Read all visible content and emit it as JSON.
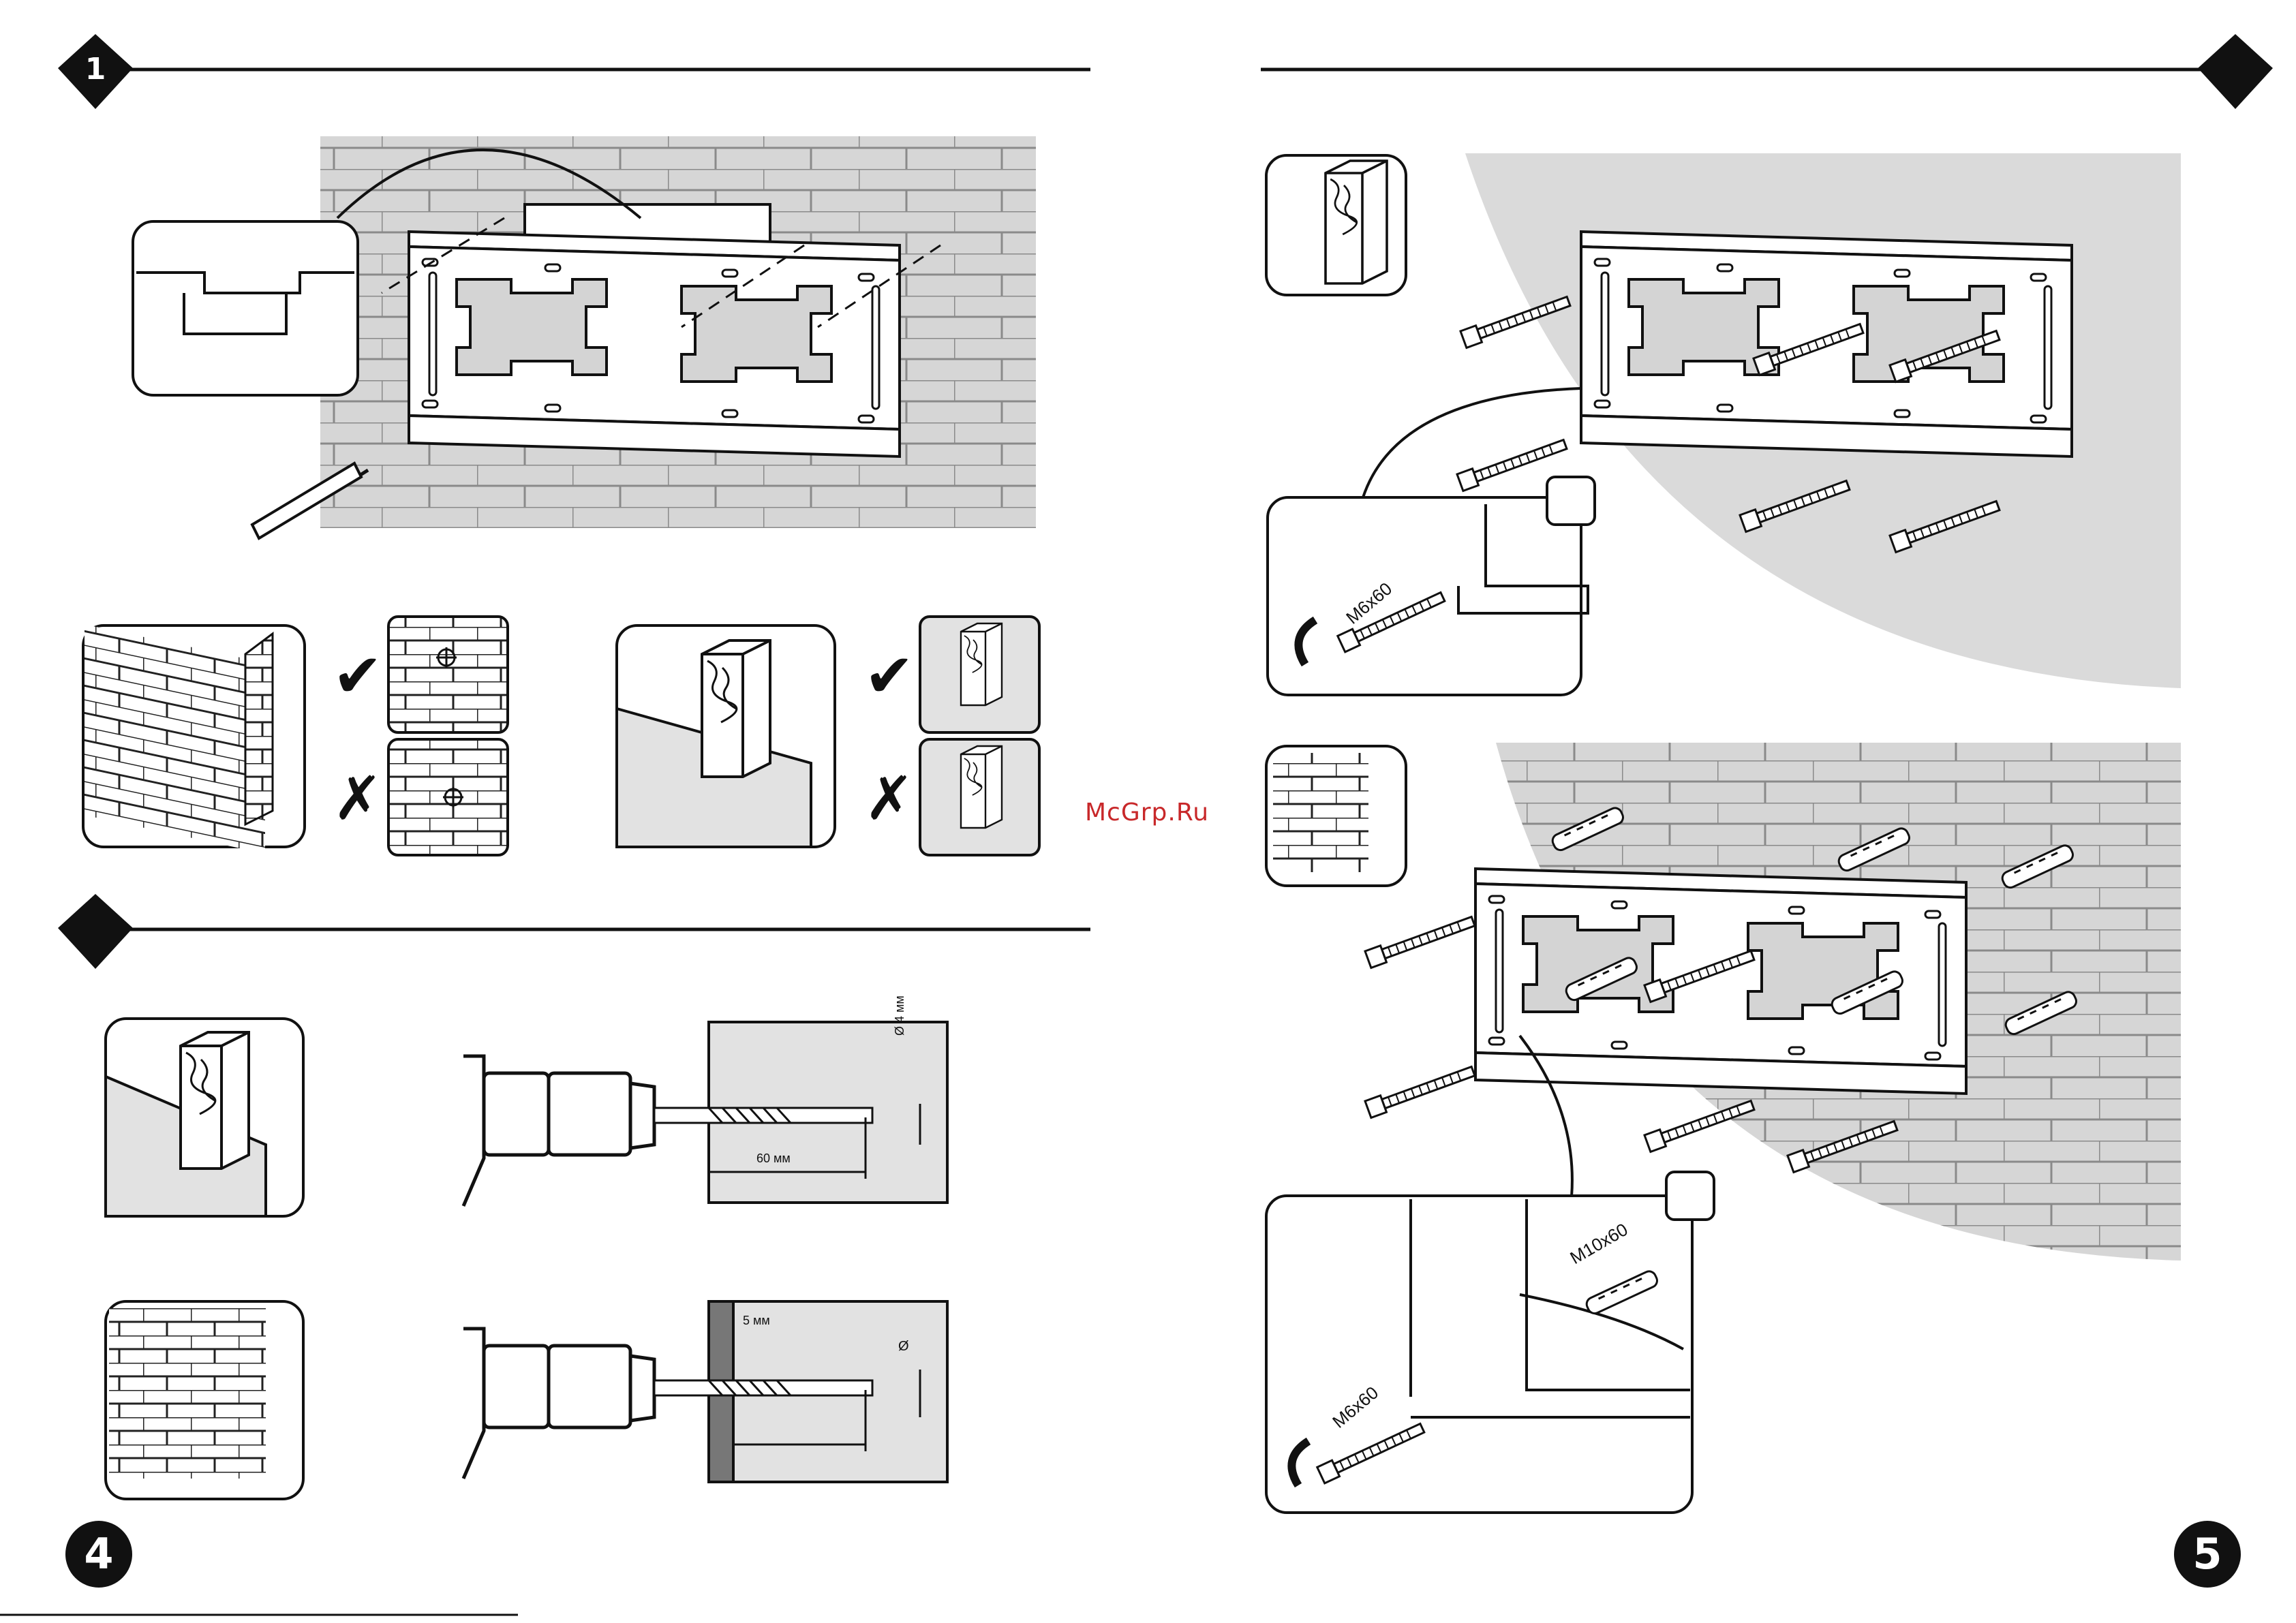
{
  "page": {
    "left_number": "4",
    "right_number": "5",
    "step_number": "1"
  },
  "watermark": "McGrp.Ru",
  "marks": {
    "check": "✔",
    "cross": "✗"
  },
  "drill": {
    "diameter_top": "Ø 4 мм",
    "depth_top": "60 мм",
    "offset_bottom": "5 мм",
    "diameter_bottom": "Ø"
  },
  "screws": {
    "bolt_wood": "M6x60",
    "bolt_brick": "M6x60",
    "anchor": "M10x60"
  },
  "colors": {
    "wall_gray": "#d9d9d9",
    "wall_dark": "#c9c9c9",
    "line": "#111111",
    "accent": "#c8282a"
  }
}
